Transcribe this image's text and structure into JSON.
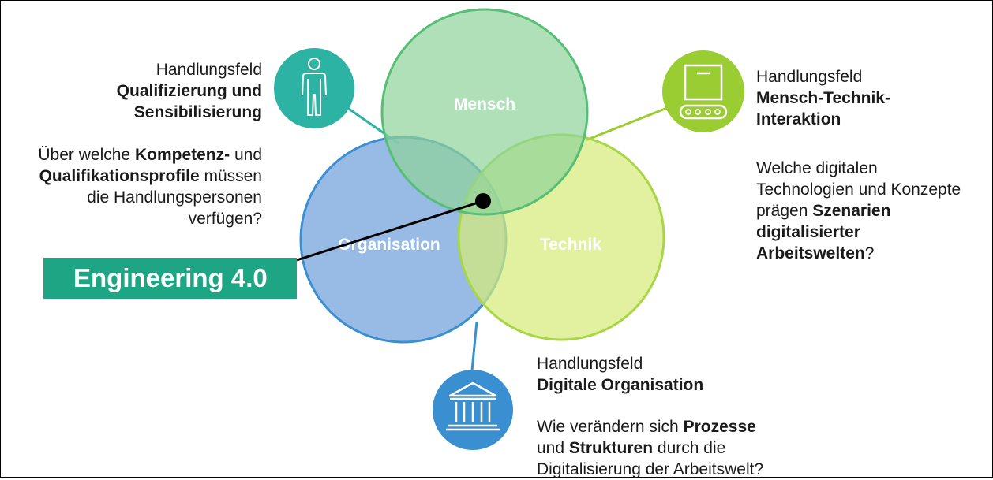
{
  "circles": {
    "mensch": {
      "label": "Mensch",
      "color": "#8ed39a"
    },
    "organisation": {
      "label": "Organisation",
      "color": "#7aa8dc"
    },
    "technik": {
      "label": "Technik",
      "color": "#d6ec7a"
    }
  },
  "engineering_box": {
    "label": "Engineering 4.0",
    "color": "#1ea583"
  },
  "fields": {
    "qualifizierung": {
      "prefix": "Handlungsfeld",
      "title_lines": [
        "Qualifizierung und",
        "Sensibilisierung"
      ],
      "question": {
        "l1_a": "Über welche ",
        "l1_b": "Kompetenz-",
        "l1_c": " und",
        "l2_a": "Qualifikationsprofile",
        "l2_b": " müssen",
        "l3": "die Handlungspersonen",
        "l4": "verfügen?"
      },
      "icon_color": "#2db3a3",
      "icon": "person-icon"
    },
    "mensch_technik": {
      "prefix": "Handlungsfeld",
      "title_lines": [
        "Mensch-Technik-",
        "Interaktion"
      ],
      "question": {
        "l1": "Welche digitalen",
        "l2": "Technologien und Konzepte",
        "l3_a": "prägen ",
        "l3_b": "Szenarien",
        "l4": "digitalisierter",
        "l5_a": "Arbeitswelten",
        "l5_b": "?"
      },
      "icon_color": "#9acd32",
      "icon": "conveyor-belt-icon"
    },
    "digitale_organisation": {
      "prefix": "Handlungsfeld",
      "title": "Digitale Organisation",
      "question": {
        "l1_a": "Wie verändern sich ",
        "l1_b": "Prozesse",
        "l2_a": "und ",
        "l2_b": "Strukturen",
        "l2_c": " durch die",
        "l3": "Digitalisierung der Arbeitswelt?"
      },
      "icon_color": "#3a8fd0",
      "icon": "institution-building-icon"
    }
  }
}
